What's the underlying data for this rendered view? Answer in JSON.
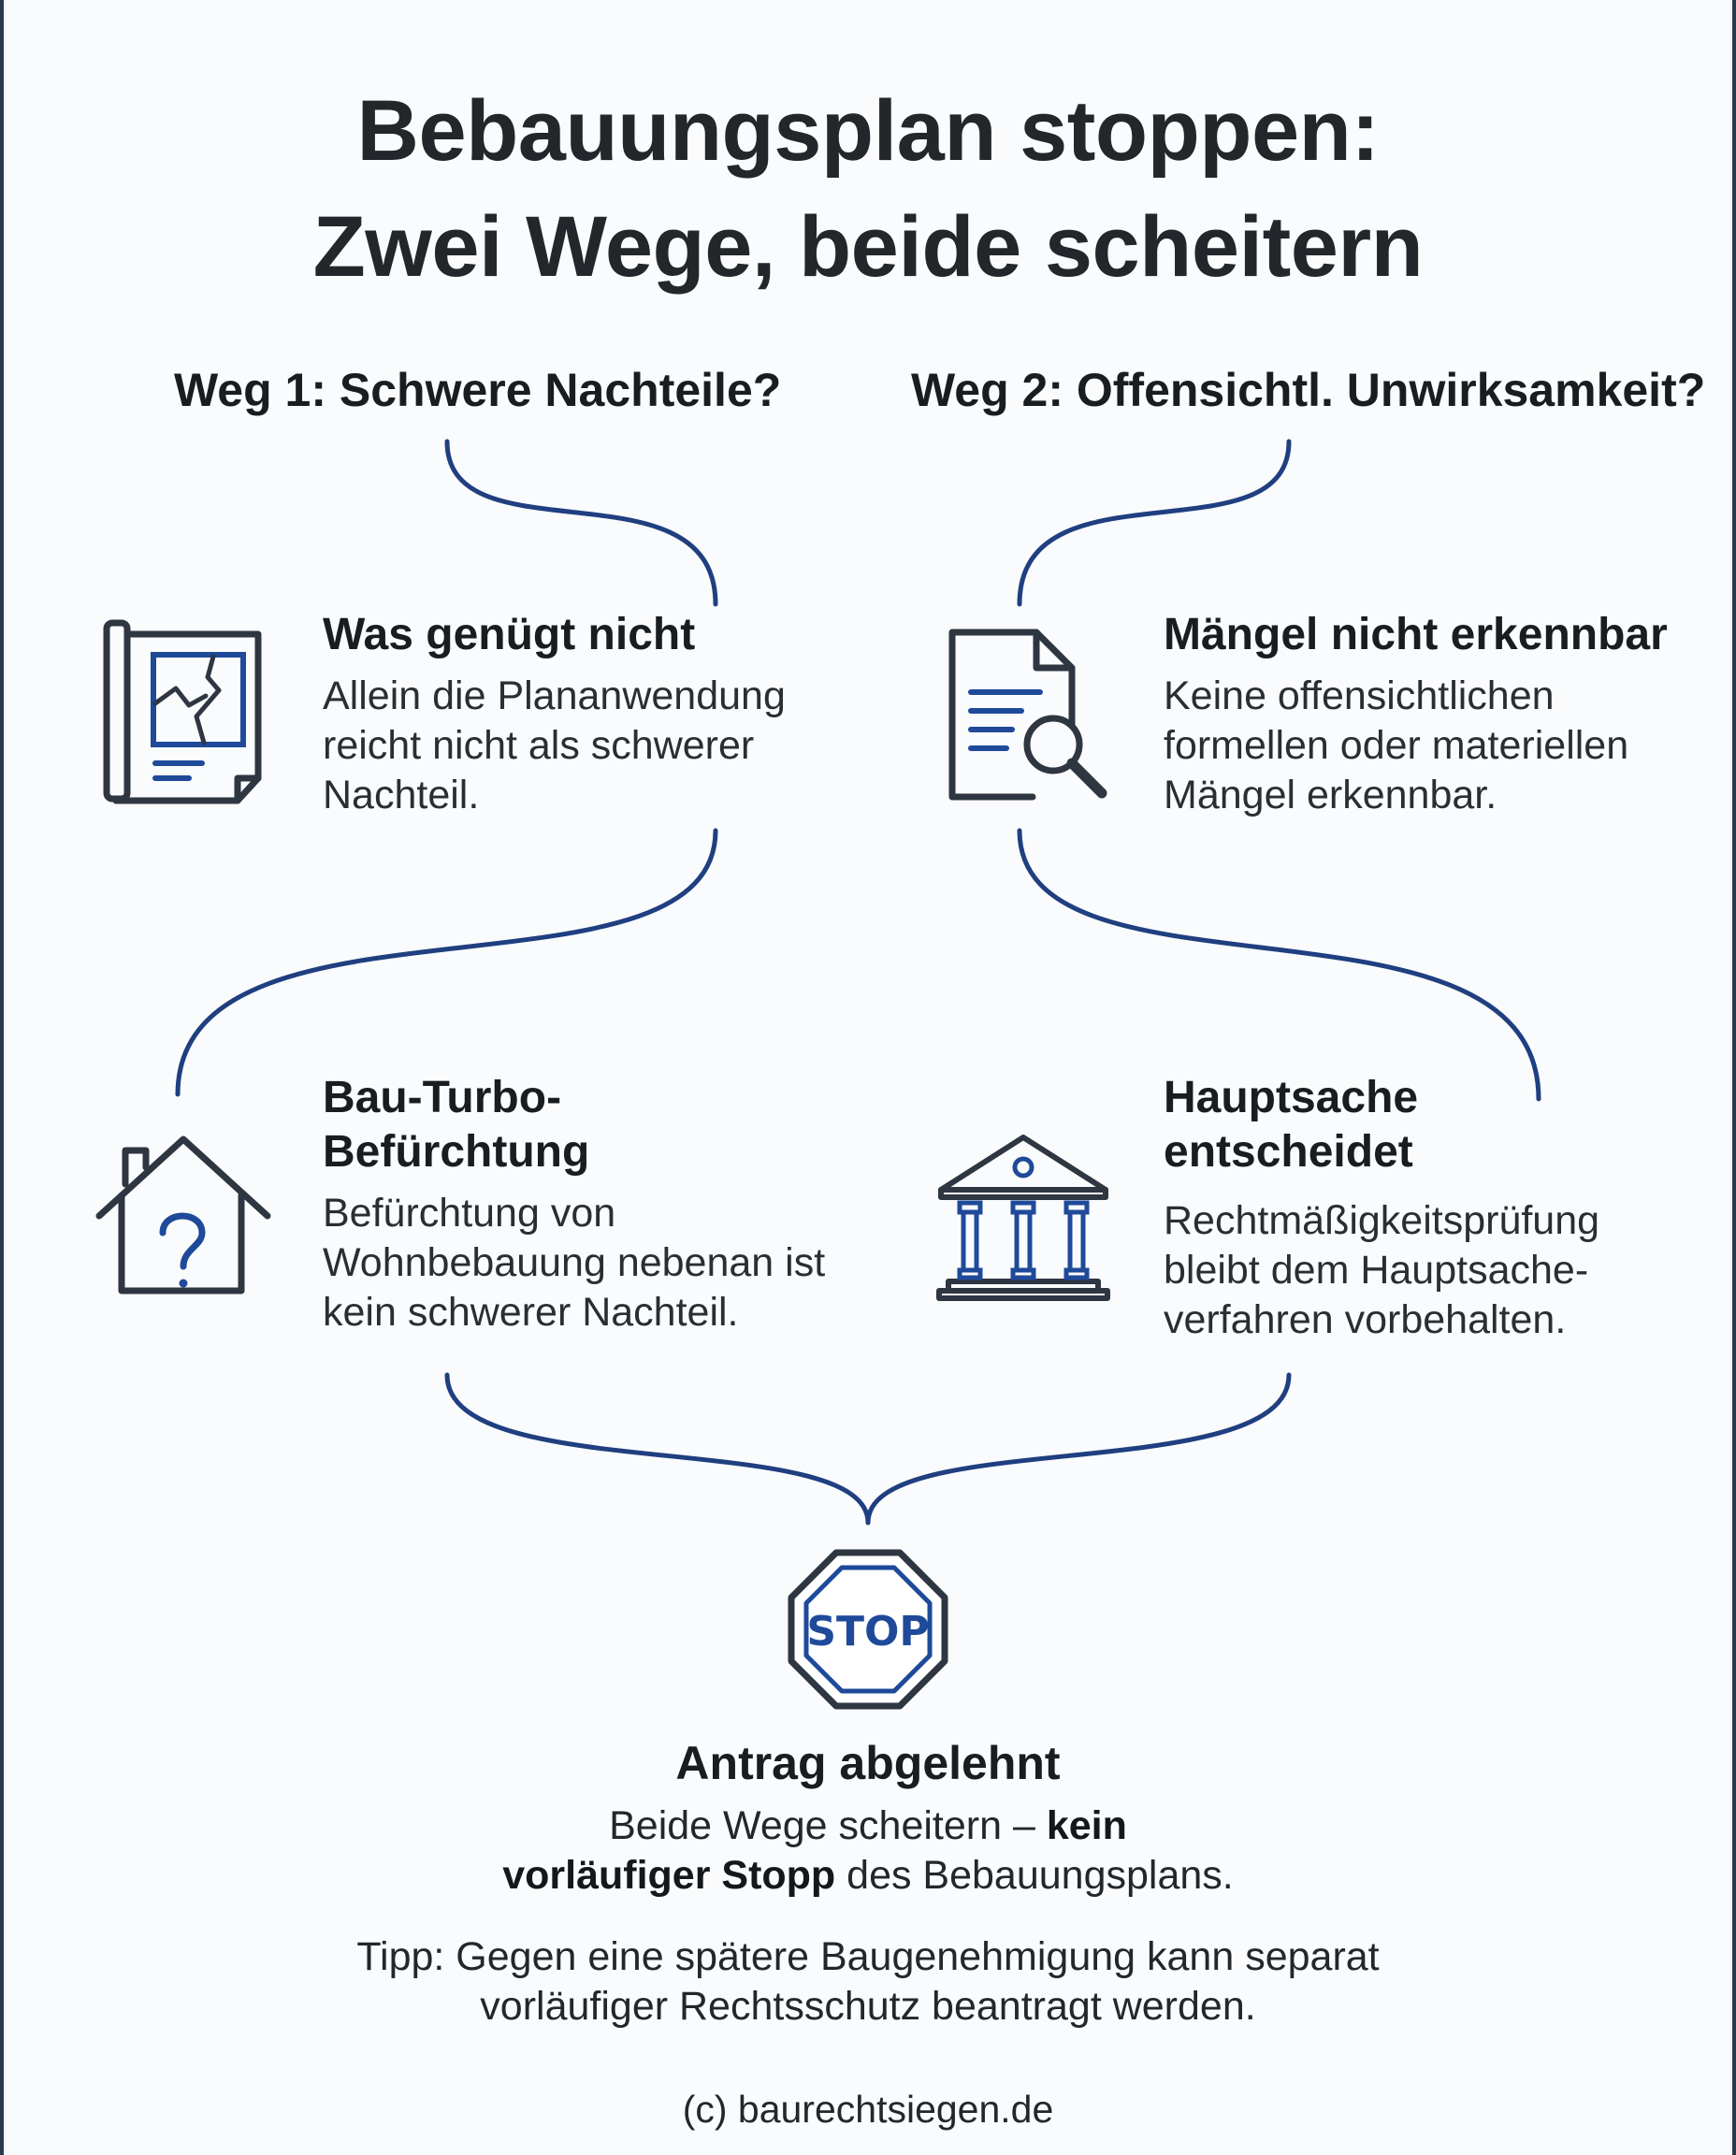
{
  "title": {
    "line1": "Bebauungsplan stoppen:",
    "line2": "Zwei Wege, beide scheitern"
  },
  "paths": {
    "left": "Weg 1: Schwere Nachteile?",
    "right": "Weg 2: Offensichtl. Unwirksamkeit?"
  },
  "blocks": {
    "was_genuegt": {
      "title": "Was genügt nicht",
      "lines": [
        "Allein die Plananwendung",
        "reicht nicht als schwerer",
        "Nachteil."
      ]
    },
    "maengel": {
      "title": "Mängel nicht erkennbar",
      "lines": [
        "Keine offensichtlichen",
        "formellen oder materiellen",
        "Mängel erkennbar."
      ]
    },
    "bau_turbo": {
      "title_lines": [
        "Bau-Turbo-",
        "Befürchtung"
      ],
      "lines": [
        "Befürchtung von",
        "Wohnbebauung nebenan ist",
        "kein schwerer Nachteil."
      ]
    },
    "hauptsache": {
      "title_lines": [
        "Hauptsache",
        "entscheidet"
      ],
      "lines": [
        "Rechtmäßigkeitsprüfung",
        "bleibt dem Hauptsache-",
        "verfahren vorbehalten."
      ]
    }
  },
  "stop_sign": {
    "label": "STOP"
  },
  "result": {
    "title": "Antrag abgelehnt",
    "line1_regular": "Beide Wege scheitern – ",
    "line1_bold": "kein",
    "line2_bold": "vorläufiger Stopp",
    "line2_regular": " des Bebauungsplans."
  },
  "tip": {
    "line1": "Tipp: Gegen eine spätere Baugenehmigung kann separat",
    "line2": "vorläufiger Rechtsschutz beantragt werden."
  },
  "copyright": "(c) baurechtsiegen.de",
  "colors": {
    "connector": "#1f3f80",
    "icon_stroke": "#2e3642",
    "icon_accent": "#1f4a9a",
    "text": "#1e2226"
  },
  "icons": {
    "plan": "blueprint-map-icon",
    "search": "document-search-icon",
    "house": "house-question-icon",
    "court": "courthouse-icon",
    "stop": "stop-sign-icon"
  }
}
